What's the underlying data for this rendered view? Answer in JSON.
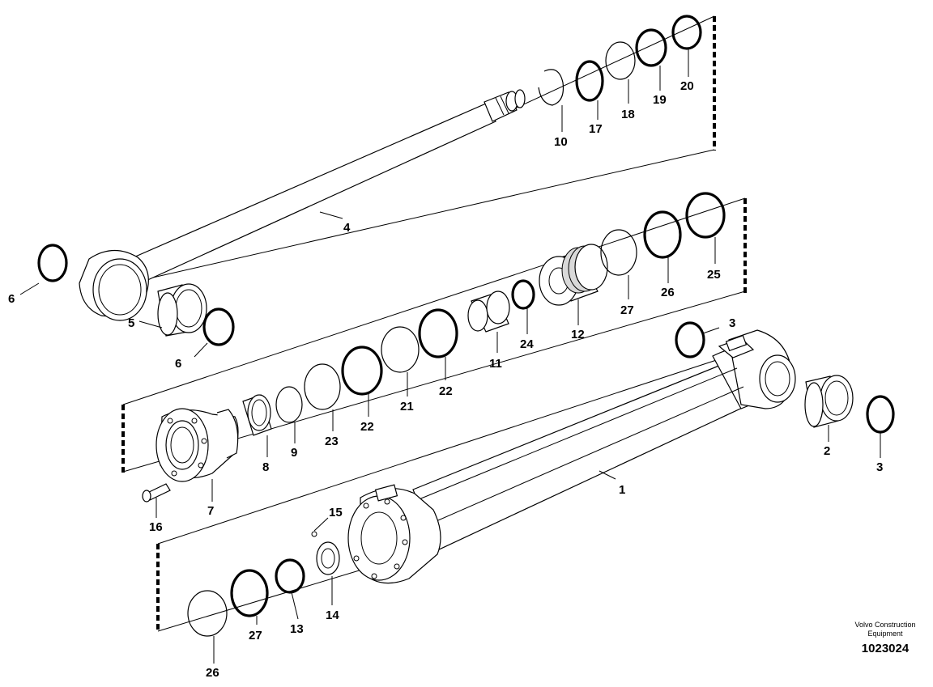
{
  "title": "",
  "watermark": {
    "brand_line1": "Volvo Construction",
    "brand_line2": "Equipment",
    "document_number": "1023024"
  },
  "callouts": [
    {
      "label": "1"
    },
    {
      "label": "2"
    },
    {
      "label": "3"
    },
    {
      "label": "3"
    },
    {
      "label": "4"
    },
    {
      "label": "5"
    },
    {
      "label": "6"
    },
    {
      "label": "6"
    },
    {
      "label": "7"
    },
    {
      "label": "8"
    },
    {
      "label": "9"
    },
    {
      "label": "10"
    },
    {
      "label": "11"
    },
    {
      "label": "12"
    },
    {
      "label": "13"
    },
    {
      "label": "14"
    },
    {
      "label": "15"
    },
    {
      "label": "16"
    },
    {
      "label": "17"
    },
    {
      "label": "18"
    },
    {
      "label": "19"
    },
    {
      "label": "20"
    },
    {
      "label": "21"
    },
    {
      "label": "22"
    },
    {
      "label": "22"
    },
    {
      "label": "23"
    },
    {
      "label": "24"
    },
    {
      "label": "25"
    },
    {
      "label": "26"
    },
    {
      "label": "26"
    },
    {
      "label": "27"
    },
    {
      "label": "27"
    }
  ]
}
